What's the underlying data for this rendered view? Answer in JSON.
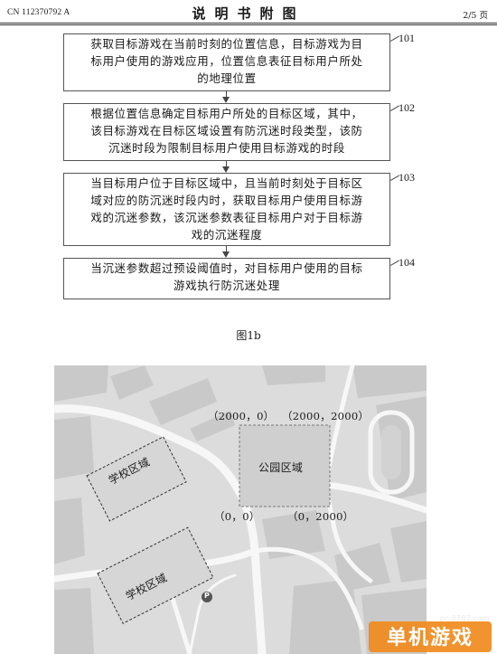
{
  "header": {
    "patent_no": "CN 112370792 A",
    "title": "说明书附图",
    "page": "2/5 页"
  },
  "flowchart": {
    "steps": [
      {
        "num": "101",
        "lines": [
          "获取目标游戏在当前时刻的位置信息，目标游戏为目",
          "标用户使用的游戏应用，位置信息表征目标用户所处",
          "的地理位置"
        ]
      },
      {
        "num": "102",
        "lines": [
          "根据位置信息确定目标用户所处的目标区域，其中，",
          "该目标游戏在目标区域设置有防沉迷时段类型，该防",
          "沉迷时段为限制目标用户使用目标游戏的时段"
        ]
      },
      {
        "num": "103",
        "lines": [
          "当目标用户位于目标区域中，且当前时刻处于目标区",
          "域对应的防沉迷时段内时，获取目标用户使用目标游",
          "戏的沉迷参数，该沉迷参数表征目标用户对于目标游",
          "戏的沉迷程度"
        ]
      },
      {
        "num": "104",
        "lines": [
          "当沉迷参数超过预设阈值时，对目标用户使用的目标",
          "游戏执行防沉迷处理"
        ]
      }
    ]
  },
  "caption": "图1b",
  "map": {
    "regions": {
      "school_1": "学校区域",
      "school_2": "学校区域",
      "park": "公园区域"
    },
    "coords": {
      "top_left": "（2000，0）",
      "top_right": "（2000，2000）",
      "bottom_left": "（0，0）",
      "bottom_right": "（0，2000）"
    },
    "parking_symbol": "P"
  },
  "watermark": {
    "url": "pc.0707.com",
    "text": "单机游戏"
  },
  "colors": {
    "map_bg": "#dcdcdc",
    "road": "#f7f7f7",
    "building": "#c9c9c9",
    "watermark_orange": "#f08a1c"
  }
}
